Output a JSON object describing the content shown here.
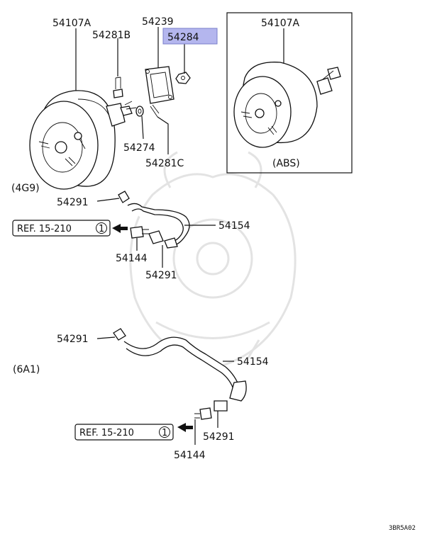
{
  "part_numbers": {
    "booster_main": "54107A",
    "booster_abs": "54107A",
    "gasket": "54239",
    "nut_highlight": "54284",
    "stud_bolt": "54281B",
    "clevis_pin": "54274",
    "snap_pin": "54281C",
    "clamp_4g9_upper": "54291",
    "hose_4g9": "54154",
    "check_valve_4g9": "54144",
    "clamp_4g9_lower": "54291",
    "clamp_6a1_upper": "54291",
    "hose_6a1": "54154",
    "check_valve_6a1": "54144",
    "clamp_6a1_lower": "54291"
  },
  "engine_labels": {
    "upper": "(4G9)",
    "lower": "(6A1)"
  },
  "abs_label": "(ABS)",
  "references": {
    "ref_4g9": "REF. 15-210",
    "ref_4g9_num": "1",
    "ref_6a1": "REF. 15-210",
    "ref_6a1_num": "1"
  },
  "diagram_code": "3BR5A02",
  "colors": {
    "highlight_fill": "#b4b6ee",
    "line": "#111111",
    "watermark": "#e3e3e3"
  },
  "icons": {
    "ref_arrow": "arrow-left-icon"
  }
}
